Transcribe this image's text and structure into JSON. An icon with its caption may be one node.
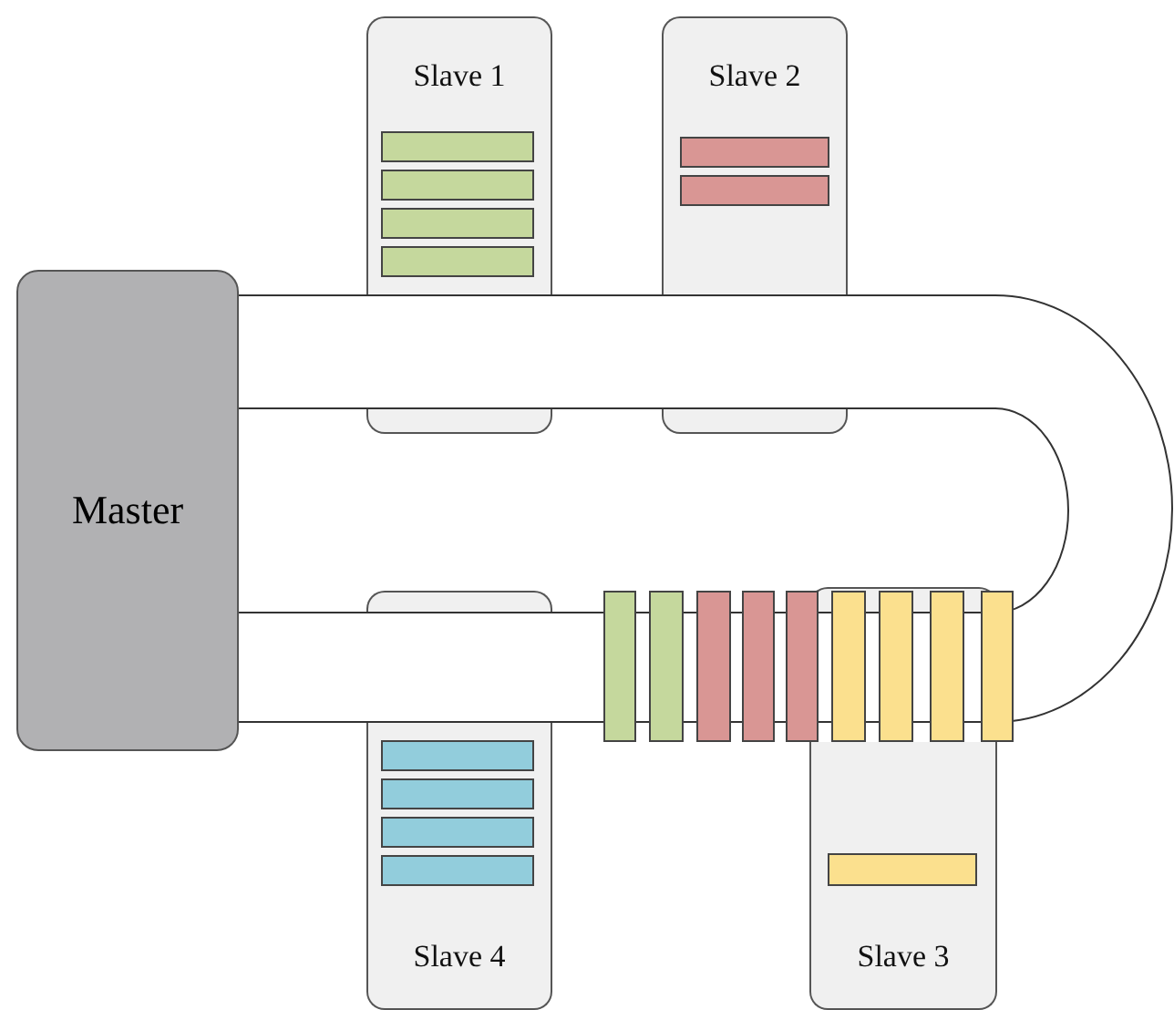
{
  "diagram": {
    "nodes": [
      {
        "text": [
          "Slave 1"
        ]
      },
      {
        "text": [],
        "shape": "bar",
        "in": 0
      },
      {
        "text": [],
        "shape": "bar",
        "in": 0
      },
      {
        "text": [],
        "shape": "bar",
        "in": 0
      },
      {
        "text": [],
        "shape": "bar",
        "in": 0
      },
      {
        "text": [
          "Slave 2"
        ]
      },
      {
        "text": [],
        "shape": "bar",
        "in": 5
      },
      {
        "text": [],
        "shape": "bar",
        "in": 5
      },
      {
        "text": [
          "Master"
        ]
      },
      {
        "text": [],
        "shape": "bar"
      },
      {
        "text": [],
        "shape": "bar"
      },
      {
        "text": [],
        "shape": "bar"
      },
      {
        "text": [],
        "shape": "bar"
      },
      {
        "text": [],
        "shape": "bar"
      },
      {
        "text": [],
        "shape": "bar"
      },
      {
        "text": [],
        "shape": "bar"
      },
      {
        "text": [],
        "shape": "bar"
      },
      {
        "text": [],
        "shape": "bar"
      },
      {
        "text": [
          "Slave 4"
        ]
      },
      {
        "text": [],
        "shape": "bar",
        "in": 18
      },
      {
        "text": [],
        "shape": "bar",
        "in": 18
      },
      {
        "text": [],
        "shape": "bar",
        "in": 18
      },
      {
        "text": [],
        "shape": "bar",
        "in": 18
      },
      {
        "text": [
          "Slave 3"
        ]
      },
      {
        "text": [],
        "shape": "bar",
        "in": 23
      }
    ]
  }
}
